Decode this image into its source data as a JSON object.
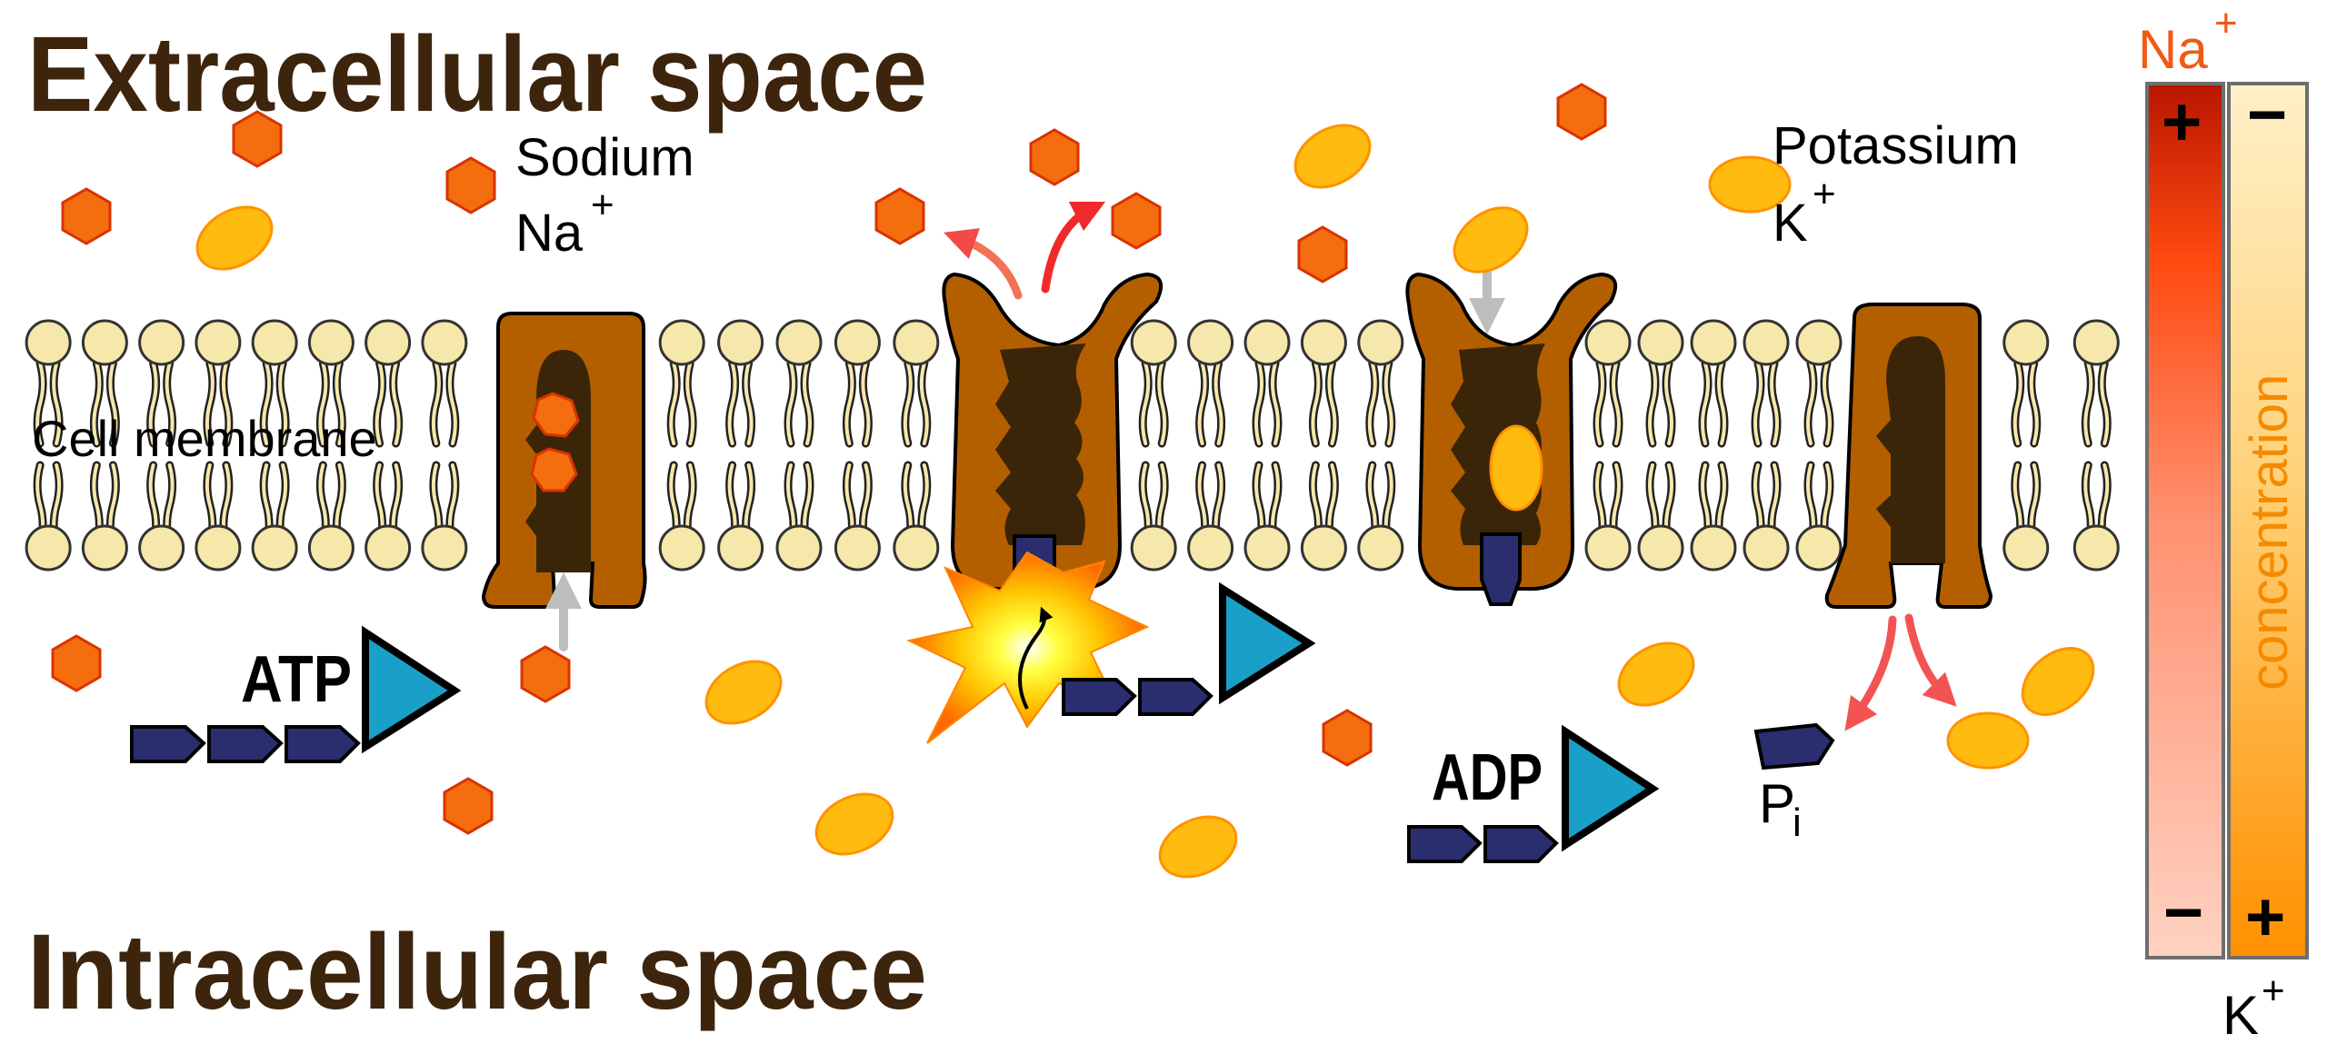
{
  "titles": {
    "extracellular": "Extracellular space",
    "intracellular": "Intracellular space"
  },
  "labels": {
    "membrane": "Cell membrane",
    "sodium_name": "Sodium",
    "sodium_symbol": "Na",
    "potassium_name": "Potassium",
    "potassium_symbol": "K",
    "plus": "+",
    "atp": "ATP",
    "adp": "ADP",
    "phosphate": "P",
    "phosphate_sub": "i"
  },
  "gradient": {
    "na_symbol": "Na",
    "k_symbol": "K",
    "charge_plus": "+",
    "na_top": "+",
    "na_bottom": "−",
    "k_top": "−",
    "k_bottom": "+",
    "axis_label": "concentration"
  },
  "colors": {
    "title": "#3d240c",
    "protein": "#b35f00",
    "protein_dark": "#3a2508",
    "phospholipid": "#f6e7ab",
    "sodium": "#f46d0f",
    "potassium": "#ffbb10",
    "atp_body": "#2a2e6e",
    "atp_triangle": "#1aa0c8",
    "na_gradient_top": "#b81600",
    "k_gradient_bottom": "#ff9600"
  },
  "icons": {
    "sodium_ion": "orange-hexagon",
    "potassium_ion": "yellow-ellipse",
    "phosphate": "dark-blue-pentagon-arrow",
    "adenosine": "cyan-triangle",
    "energy_release": "yellow-starburst"
  }
}
